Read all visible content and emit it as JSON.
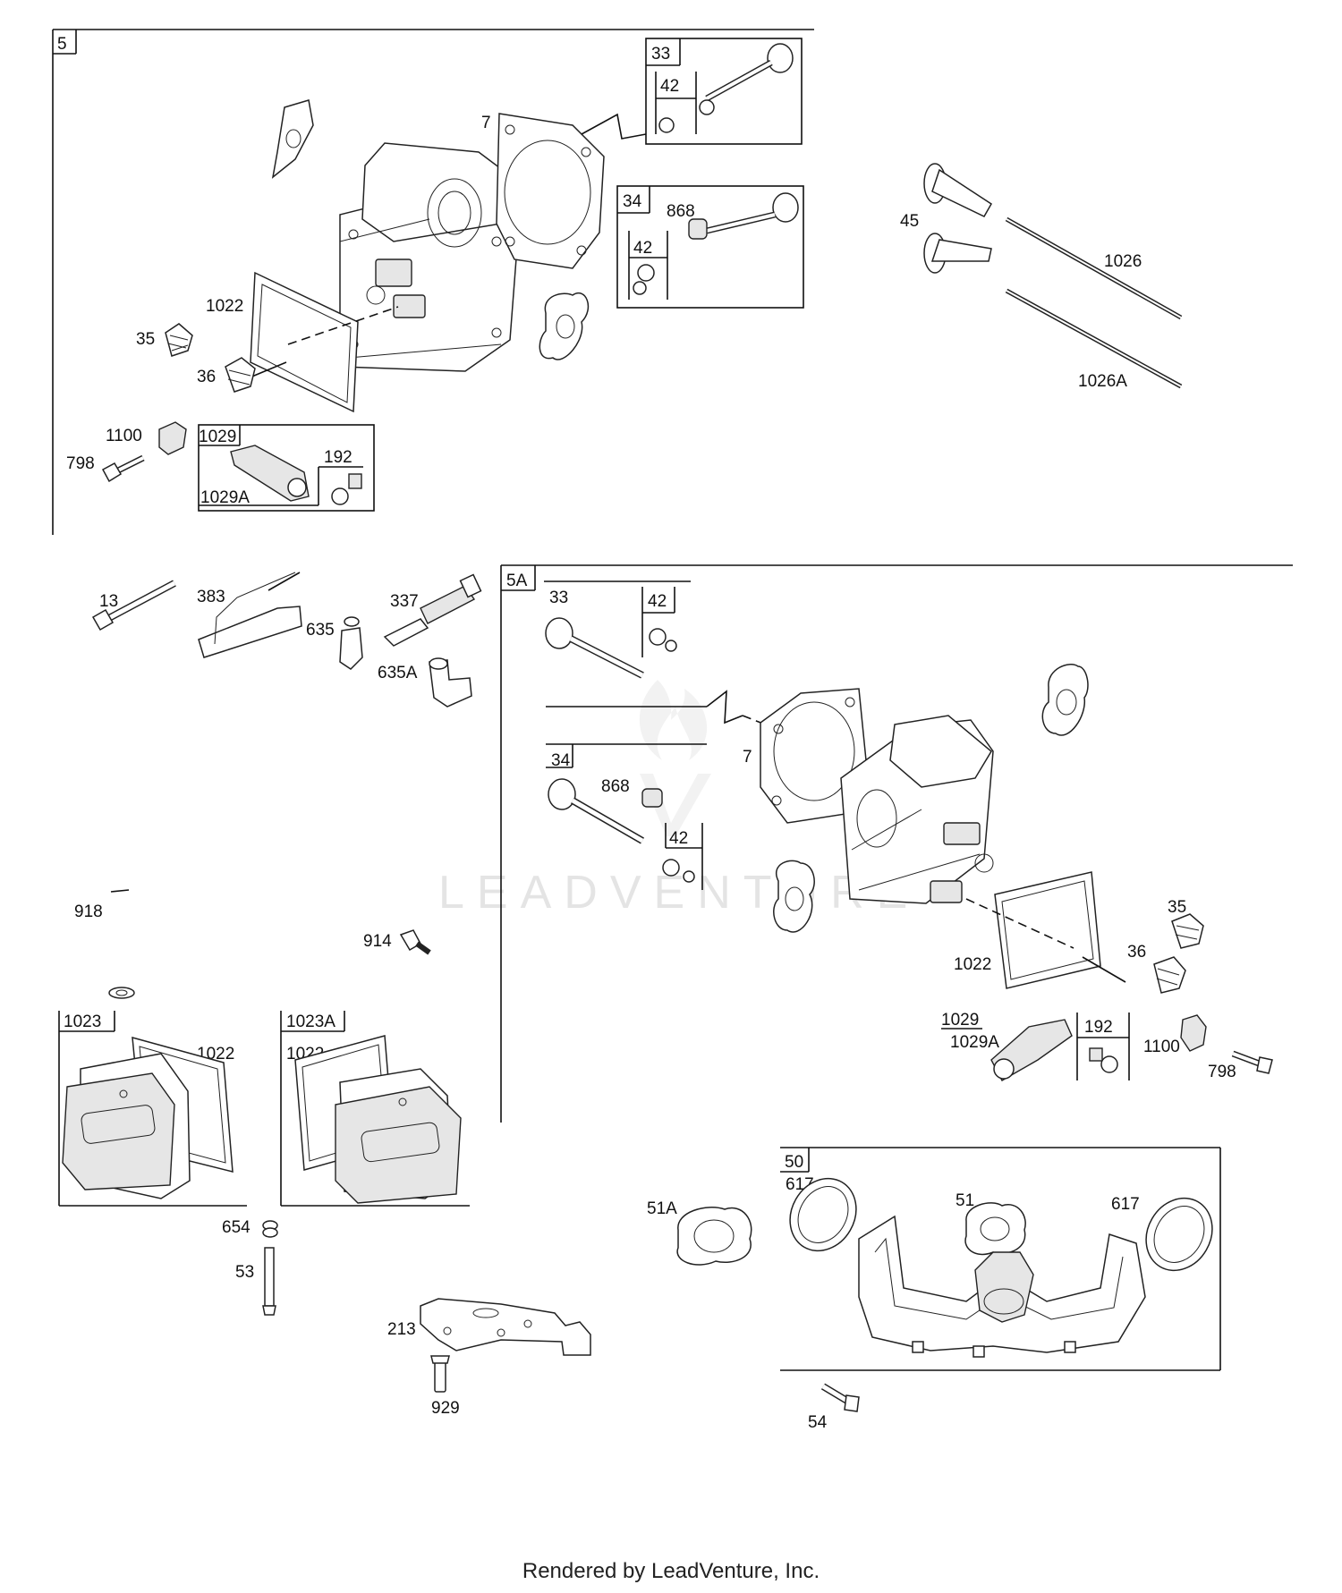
{
  "watermark": "LEADVENTURE",
  "footer": "Rendered by LeadVenture, Inc.",
  "labels": {
    "g5": "5",
    "g5_33": "33",
    "g5_42a": "42",
    "g5_7": "7",
    "g5_34": "34",
    "g5_868": "868",
    "g5_42b": "42",
    "g5_1022": "1022",
    "g5_35": "35",
    "g5_36": "36",
    "g5_1100": "1100",
    "g5_798": "798",
    "g5_1029": "1029",
    "g5_192": "192",
    "g5_1029A": "1029A",
    "p45": "45",
    "p1026": "1026",
    "p1026A": "1026A",
    "p13": "13",
    "p383": "383",
    "p337": "337",
    "p635": "635",
    "p635A": "635A",
    "g5A": "5A",
    "g5A_33": "33",
    "g5A_42a": "42",
    "g5A_7": "7",
    "g5A_34": "34",
    "g5A_868": "868",
    "g5A_42b": "42",
    "g5A_35": "35",
    "g5A_36": "36",
    "g5A_1022": "1022",
    "g5A_1029": "1029",
    "g5A_1029A": "1029A",
    "g5A_192": "192",
    "g5A_1100": "1100",
    "g5A_798": "798",
    "p918": "918",
    "p914": "914",
    "g1023": "1023",
    "g1023_1022": "1022",
    "g1023A": "1023A",
    "g1023A_1022": "1022",
    "p654": "654",
    "p53": "53",
    "p213": "213",
    "p929": "929",
    "p51A": "51A",
    "g50": "50",
    "g50_617a": "617",
    "g50_51": "51",
    "g50_617b": "617",
    "p54": "54"
  }
}
